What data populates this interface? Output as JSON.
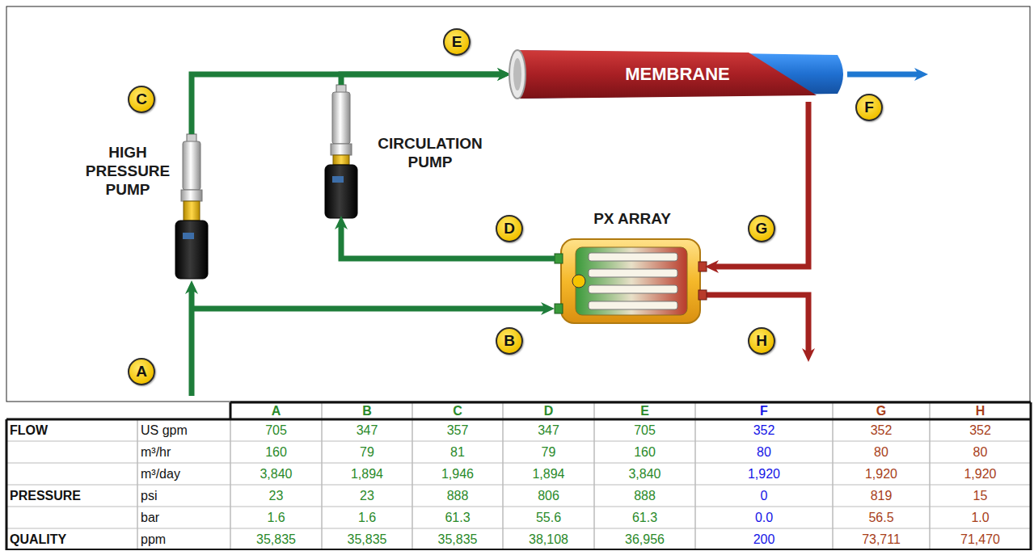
{
  "diagram": {
    "nodes": [
      {
        "text": [
          "HIGH PRESSURE PUMP"
        ]
      },
      {
        "text": [
          "CIRCULATION PUMP"
        ]
      },
      {
        "text": [
          "MEMBRANE"
        ]
      },
      {
        "text": [
          "PX ARRAY"
        ]
      }
    ],
    "edges": [
      {
        "from": 0,
        "to": 2,
        "arrow": "to"
      },
      {
        "from": 1,
        "to": 2,
        "arrow": "to"
      },
      {
        "from": 3,
        "to": 1,
        "arrow": "to"
      },
      {
        "from": 2,
        "to": 3,
        "arrow": "to"
      }
    ],
    "labels": [
      "E",
      "C",
      "D",
      "G",
      "B",
      "H",
      "A",
      "F",
      "A",
      "B",
      "C",
      "D",
      "E",
      "F",
      "G",
      "H",
      "FLOW",
      "US gpm",
      "705",
      "347",
      "357",
      "347",
      "705",
      "352",
      "352",
      "352",
      "m³/hr",
      "160",
      "79",
      "81",
      "79",
      "160",
      "80",
      "80",
      "80",
      "m³/day",
      "3,840",
      "1,894",
      "1,946",
      "1,894",
      "3,840",
      "1,920",
      "1,920",
      "1,920",
      "PRESSURE",
      "psi",
      "23",
      "23",
      "888",
      "806",
      "888",
      "0",
      "819",
      "15",
      "bar",
      "1.6",
      "1.6",
      "61.3",
      "55.6",
      "61.3",
      "0.0",
      "56.5",
      "1.0",
      "QUALITY",
      "ppm",
      "35,835",
      "35,835",
      "35,835",
      "38,108",
      "36,956",
      "200",
      "73,711",
      "71,470"
    ]
  }
}
